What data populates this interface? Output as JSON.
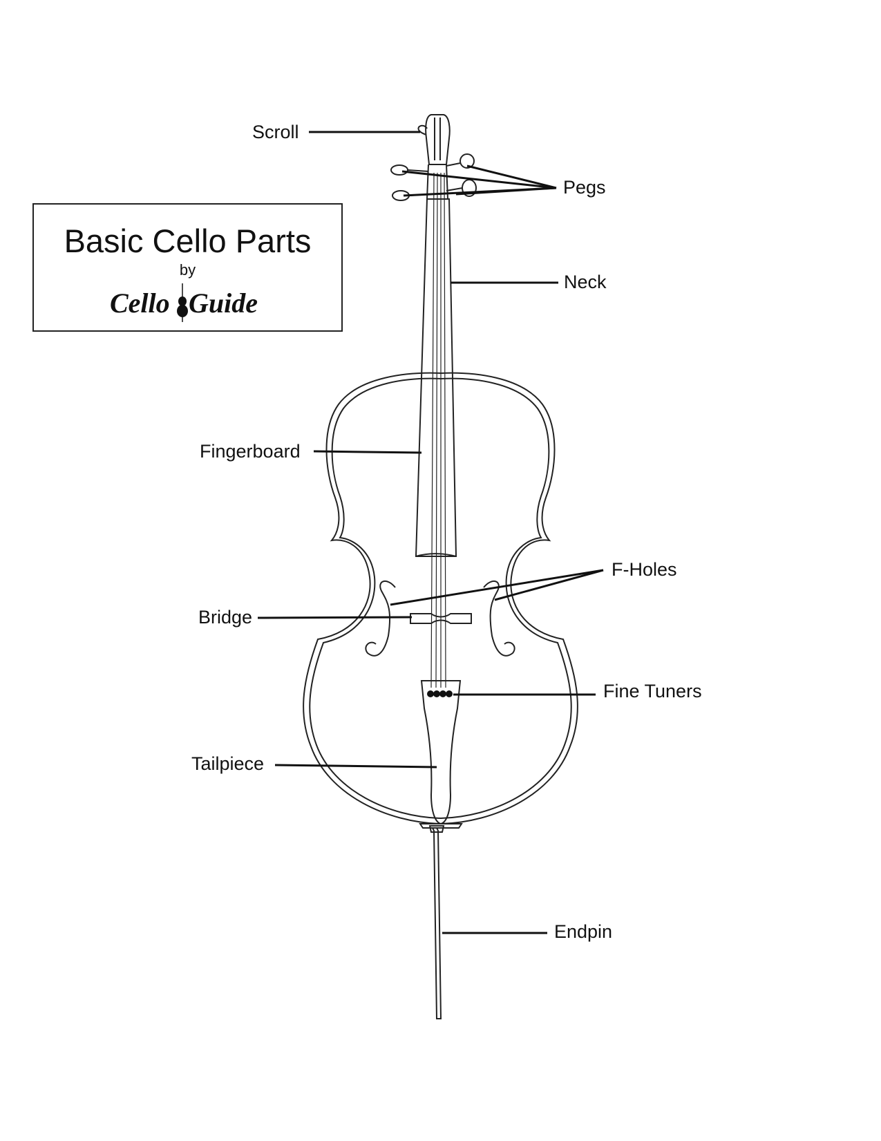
{
  "title": {
    "heading": "Basic Cello Parts",
    "by": "by",
    "logo_text": "Cello Guide"
  },
  "labels": {
    "scroll": "Scroll",
    "pegs": "Pegs",
    "neck": "Neck",
    "fingerboard": "Fingerboard",
    "f_holes": "F-Holes",
    "bridge": "Bridge",
    "fine_tuners": "Fine Tuners",
    "tailpiece": "Tailpiece",
    "endpin": "Endpin"
  },
  "colors": {
    "ink": "#111111",
    "background": "#ffffff"
  }
}
